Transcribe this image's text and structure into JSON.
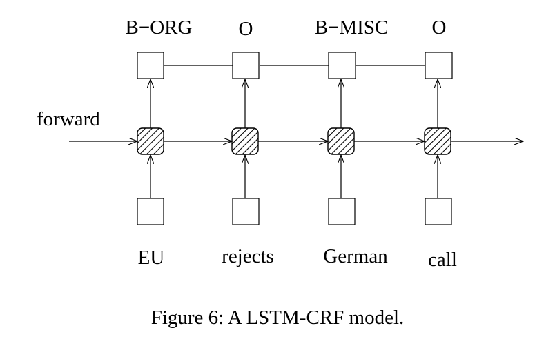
{
  "diagram": {
    "direction_label": "forward",
    "tags": [
      "B−ORG",
      "O",
      "B−MISC",
      "O"
    ],
    "words": [
      "EU",
      "rejects",
      "German",
      "call"
    ]
  },
  "caption": "Figure 6: A LSTM-CRF model."
}
